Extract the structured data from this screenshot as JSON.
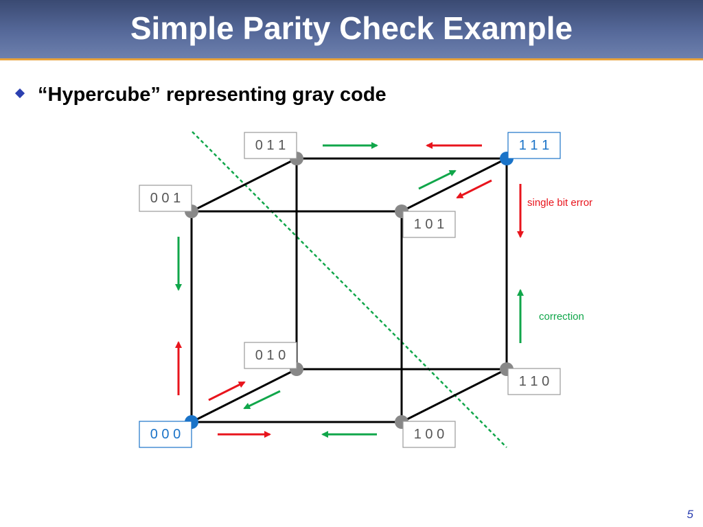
{
  "title": "Simple Parity Check Example",
  "bullet": "“Hypercube” representing gray code",
  "icons": {
    "bullet": "diamond-bullet-icon"
  },
  "vertices": [
    {
      "id": "000",
      "label": "0 0 0",
      "highlighted": true
    },
    {
      "id": "001",
      "label": "0 0 1",
      "highlighted": false
    },
    {
      "id": "010",
      "label": "0 1 0",
      "highlighted": false
    },
    {
      "id": "011",
      "label": "0 1 1",
      "highlighted": false
    },
    {
      "id": "100",
      "label": "1 0 0",
      "highlighted": false
    },
    {
      "id": "101",
      "label": "1 0 1",
      "highlighted": false
    },
    {
      "id": "110",
      "label": "1 1 0",
      "highlighted": false
    },
    {
      "id": "111",
      "label": "1 1 1",
      "highlighted": true
    }
  ],
  "annotations": {
    "error": "single bit error",
    "correction": "correction"
  },
  "colors": {
    "error": "#e8141c",
    "correction": "#10a64a",
    "highlight": "#1a73c8",
    "node": "#888888",
    "edge": "#000000",
    "label_box": "#999999",
    "parity_line": "#10a64a"
  },
  "page_number": "5"
}
